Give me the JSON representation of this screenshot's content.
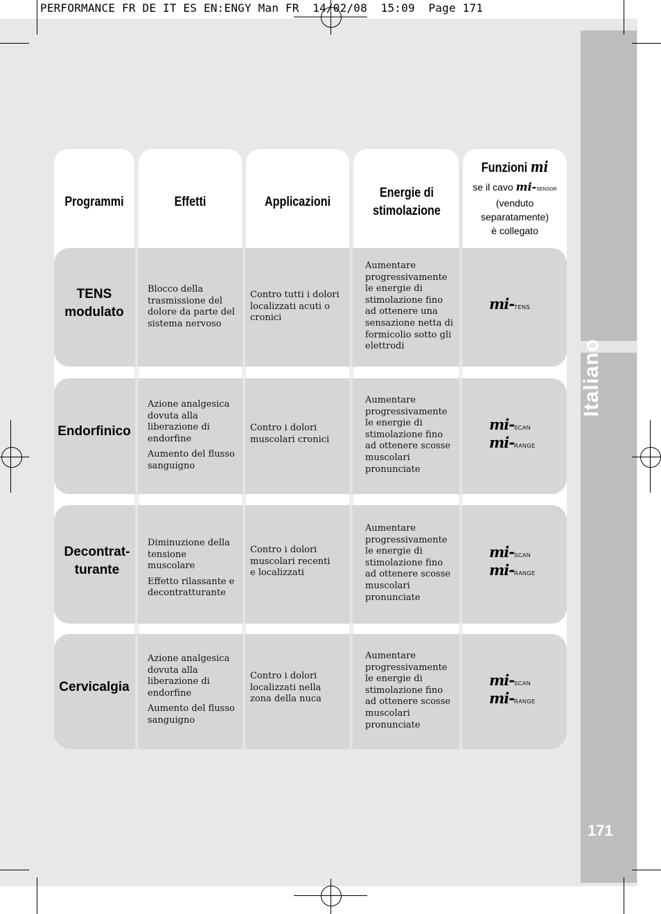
{
  "header_line": "PERFORMANCE FR DE IT ES EN:ENGY Man FR  14/02/08  15:09  Page 171",
  "side_tab": {
    "language": "Italiano",
    "page_number": "171"
  },
  "table": {
    "headers": {
      "programs": "Programmi",
      "effects": "Effetti",
      "applications": "Applicazioni",
      "energy": "Energie di stimolazione",
      "functions_title": "Funzioni",
      "functions_logo": "mi",
      "functions_sub_prefix": "se il cavo",
      "functions_sub_logo": "mi-",
      "functions_sub_sensor": "sensor",
      "functions_sub_rest1": "(venduto",
      "functions_sub_rest2": "separatamente)",
      "functions_sub_rest3": "è collegato"
    },
    "rows": [
      {
        "program": "TENS modulato",
        "effects": [
          "Blocco della trasmissione del dolore da parte del sistema nervoso"
        ],
        "application": "Contro tutti i dolori localizzati acuti o cronici",
        "energy": "Aumentare progressivamente le energie di stimolazione fino ad ottenere una sensazione netta di formicolio sotto gli elettrodi",
        "functions": [
          {
            "logo": "mi-",
            "name": "tens"
          }
        ]
      },
      {
        "program": "Endorfinico",
        "effects": [
          "Azione analgesica dovuta alla liberazione di endorfine",
          "Aumento del flusso sanguigno"
        ],
        "application": "Contro i dolori muscolari cronici",
        "energy": "Aumentare progressivamente le energie di stimolazione fino ad ottenere scosse muscolari pronunciate",
        "functions": [
          {
            "logo": "mi-",
            "name": "scan"
          },
          {
            "logo": "mi-",
            "name": "range"
          }
        ]
      },
      {
        "program": "Decontrat-turante",
        "effects": [
          "Diminuzione della tensione muscolare",
          "Effetto rilassante e decontratturante"
        ],
        "application": "Contro i dolori muscolari recenti e localizzati",
        "energy": "Aumentare progressivamente le energie di stimolazione fino ad ottenere scosse muscolari pronunciate",
        "functions": [
          {
            "logo": "mi-",
            "name": "scan"
          },
          {
            "logo": "mi-",
            "name": "range"
          }
        ]
      },
      {
        "program": "Cervicalgia",
        "effects": [
          "Azione analgesica dovuta alla liberazione di endorfine",
          "Aumento del flusso sanguigno"
        ],
        "application": "Contro i dolori localizzati nella zona della nuca",
        "energy": "Aumentare progressivamente le energie di stimolazione fino ad ottenere scosse muscolari pronunciate",
        "functions": [
          {
            "logo": "mi-",
            "name": "scan"
          },
          {
            "logo": "mi-",
            "name": "range"
          }
        ]
      }
    ]
  }
}
